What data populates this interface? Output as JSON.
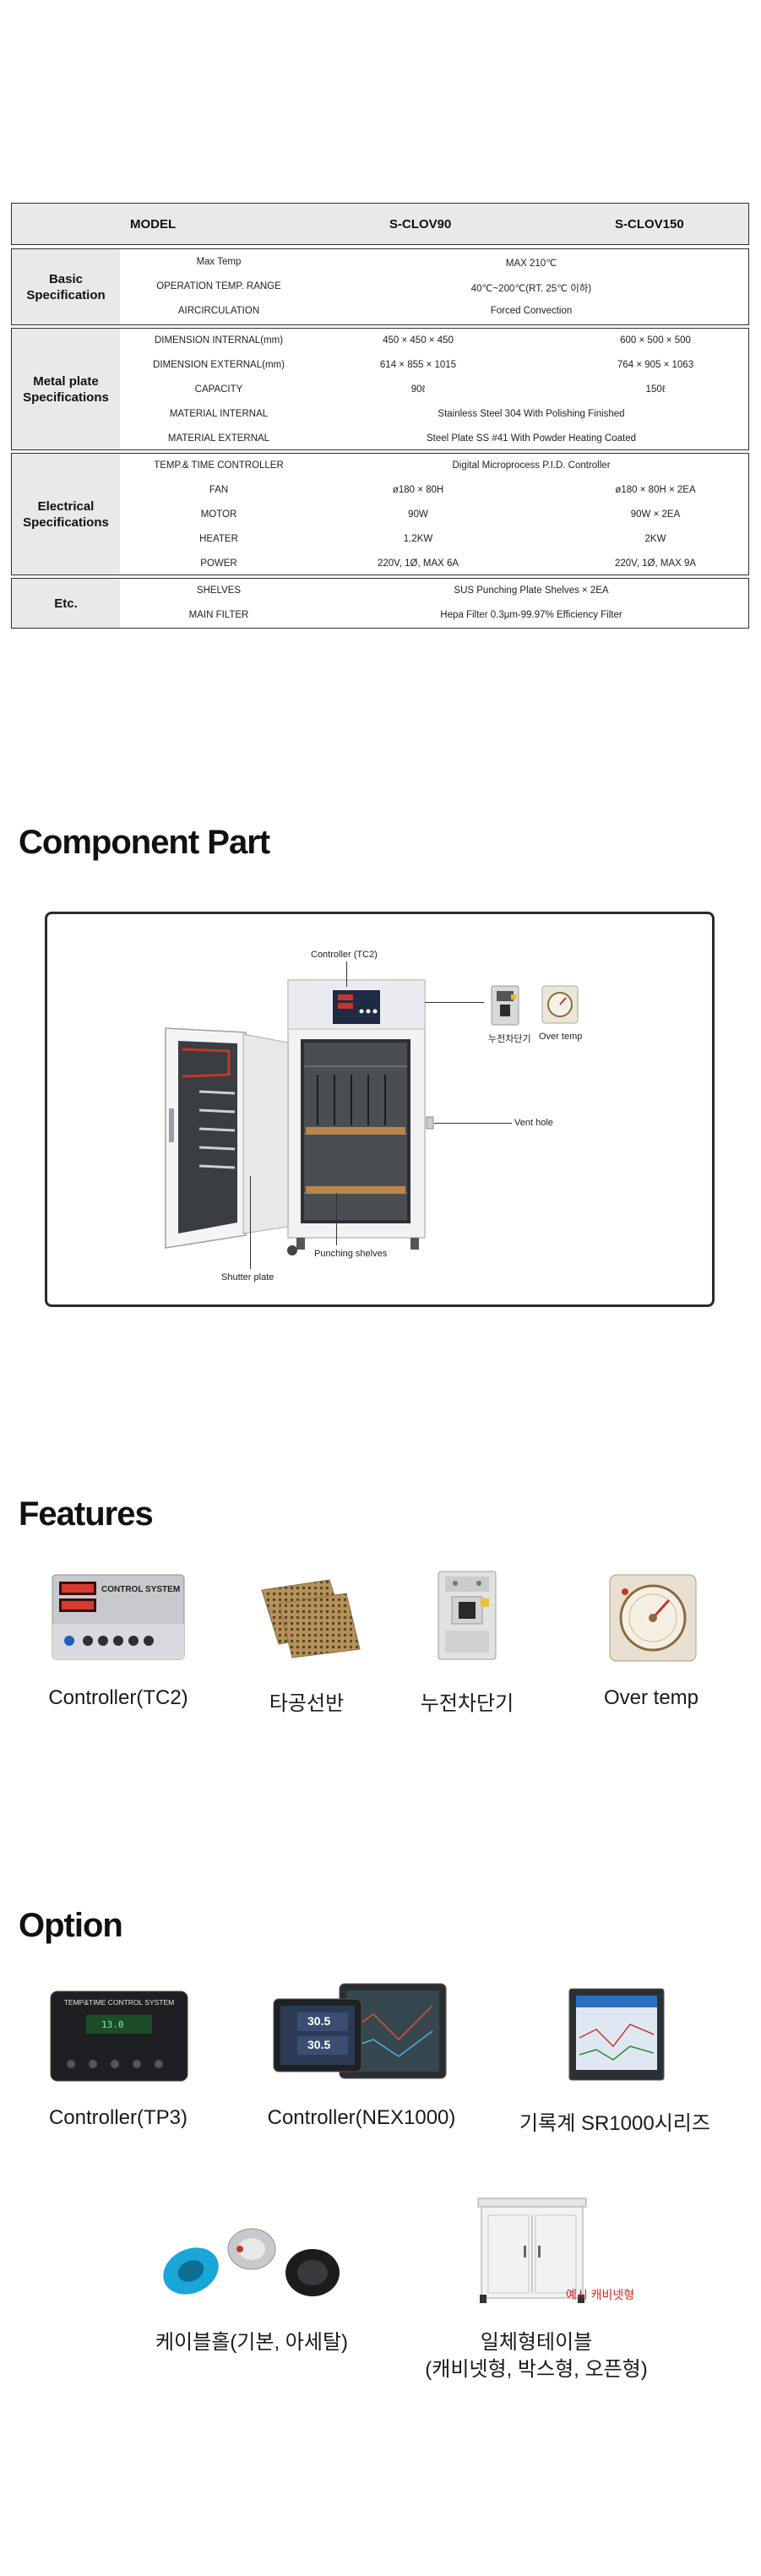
{
  "spec_table": {
    "header": {
      "model_label": "MODEL",
      "model_a": "S-CLOV90",
      "model_b": "S-CLOV150"
    },
    "groups": [
      {
        "label": "Basic\nSpecification",
        "rows": [
          {
            "name": "Max Temp",
            "shared": "MAX 210℃"
          },
          {
            "name": "OPERATION TEMP. RANGE",
            "shared": "40℃~200℃(RT. 25℃ 이하)"
          },
          {
            "name": "AIRCIRCULATION",
            "shared": "Forced Convection"
          }
        ]
      },
      {
        "label": "Metal plate\nSpecifications",
        "rows": [
          {
            "name": "DIMENSION INTERNAL(mm)",
            "a": "450 × 450 × 450",
            "b": "600 × 500 × 500"
          },
          {
            "name": "DIMENSION EXTERNAL(mm)",
            "a": "614 × 855 × 1015",
            "b": "764 × 905 × 1063"
          },
          {
            "name": "CAPACITY",
            "a": "90ℓ",
            "b": "150ℓ"
          },
          {
            "name": "MATERIAL INTERNAL",
            "shared": "Stainless Steel 304 With Polishing Finished"
          },
          {
            "name": "MATERIAL EXTERNAL",
            "shared": "Steel Plate SS #41 With Powder Heating Coated"
          }
        ]
      },
      {
        "label": "Electrical\nSpecifications",
        "rows": [
          {
            "name": "TEMP.& TIME CONTROLLER",
            "shared": "Digital Microprocess P.I.D. Controller"
          },
          {
            "name": "FAN",
            "a": "ø180 × 80H",
            "b": "ø180 × 80H × 2EA"
          },
          {
            "name": "MOTOR",
            "a": "90W",
            "b": "90W × 2EA"
          },
          {
            "name": "HEATER",
            "a": "1.2KW",
            "b": "2KW"
          },
          {
            "name": "POWER",
            "a": "220V, 1Ø, MAX 6A",
            "b": "220V, 1Ø, MAX 9A"
          }
        ]
      },
      {
        "label": "Etc.",
        "rows": [
          {
            "name": "SHELVES",
            "shared": "SUS Punching Plate Shelves × 2EA"
          },
          {
            "name": "MAIN FILTER",
            "shared": "Hepa Filter 0.3μm-99.97% Efficiency Filter"
          }
        ]
      }
    ]
  },
  "component_part": {
    "title": "Component Part",
    "labels": {
      "controller": "Controller (TC2)",
      "breaker": "누전차단기",
      "over_temp": "Over temp",
      "vent_hole": "Vent hole",
      "punching_shelves": "Punching shelves",
      "shutter_plate": "Shutter plate"
    }
  },
  "features": {
    "title": "Features",
    "items": [
      {
        "caption": "Controller(TC2)",
        "icon": "controller-tc2-image",
        "panel_text": "CONTROL SYSTEM"
      },
      {
        "caption": "타공선반",
        "icon": "punched-shelf-image"
      },
      {
        "caption": "누전차단기",
        "icon": "earth-leakage-breaker-image"
      },
      {
        "caption": "Over temp",
        "icon": "over-temp-dial-image"
      }
    ]
  },
  "option": {
    "title": "Option",
    "items": [
      {
        "caption": "Controller(TP3)",
        "icon": "controller-tp3-image",
        "panel_text": "TEMP&TIME CONTROL SYSTEM",
        "readout": "13.0"
      },
      {
        "caption": "Controller(NEX1000)",
        "icon": "controller-nex1000-image",
        "readout_a": "30.5",
        "readout_b": "30.5"
      },
      {
        "caption": "기록계 SR1000시리즈",
        "icon": "recorder-sr1000-image"
      },
      {
        "caption": "케이블홀(기본, 아세탈)",
        "icon": "cable-hole-image"
      },
      {
        "caption_line1": "일체형테이블",
        "caption_line2": "(캐비넷형, 박스형, 오픈형)",
        "icon": "integrated-table-image",
        "note": "예시 캐비넷형"
      }
    ]
  },
  "colors": {
    "table_label_bg": "#e9e9ea",
    "border": "#2e2e2e",
    "note_red": "#e02020"
  }
}
